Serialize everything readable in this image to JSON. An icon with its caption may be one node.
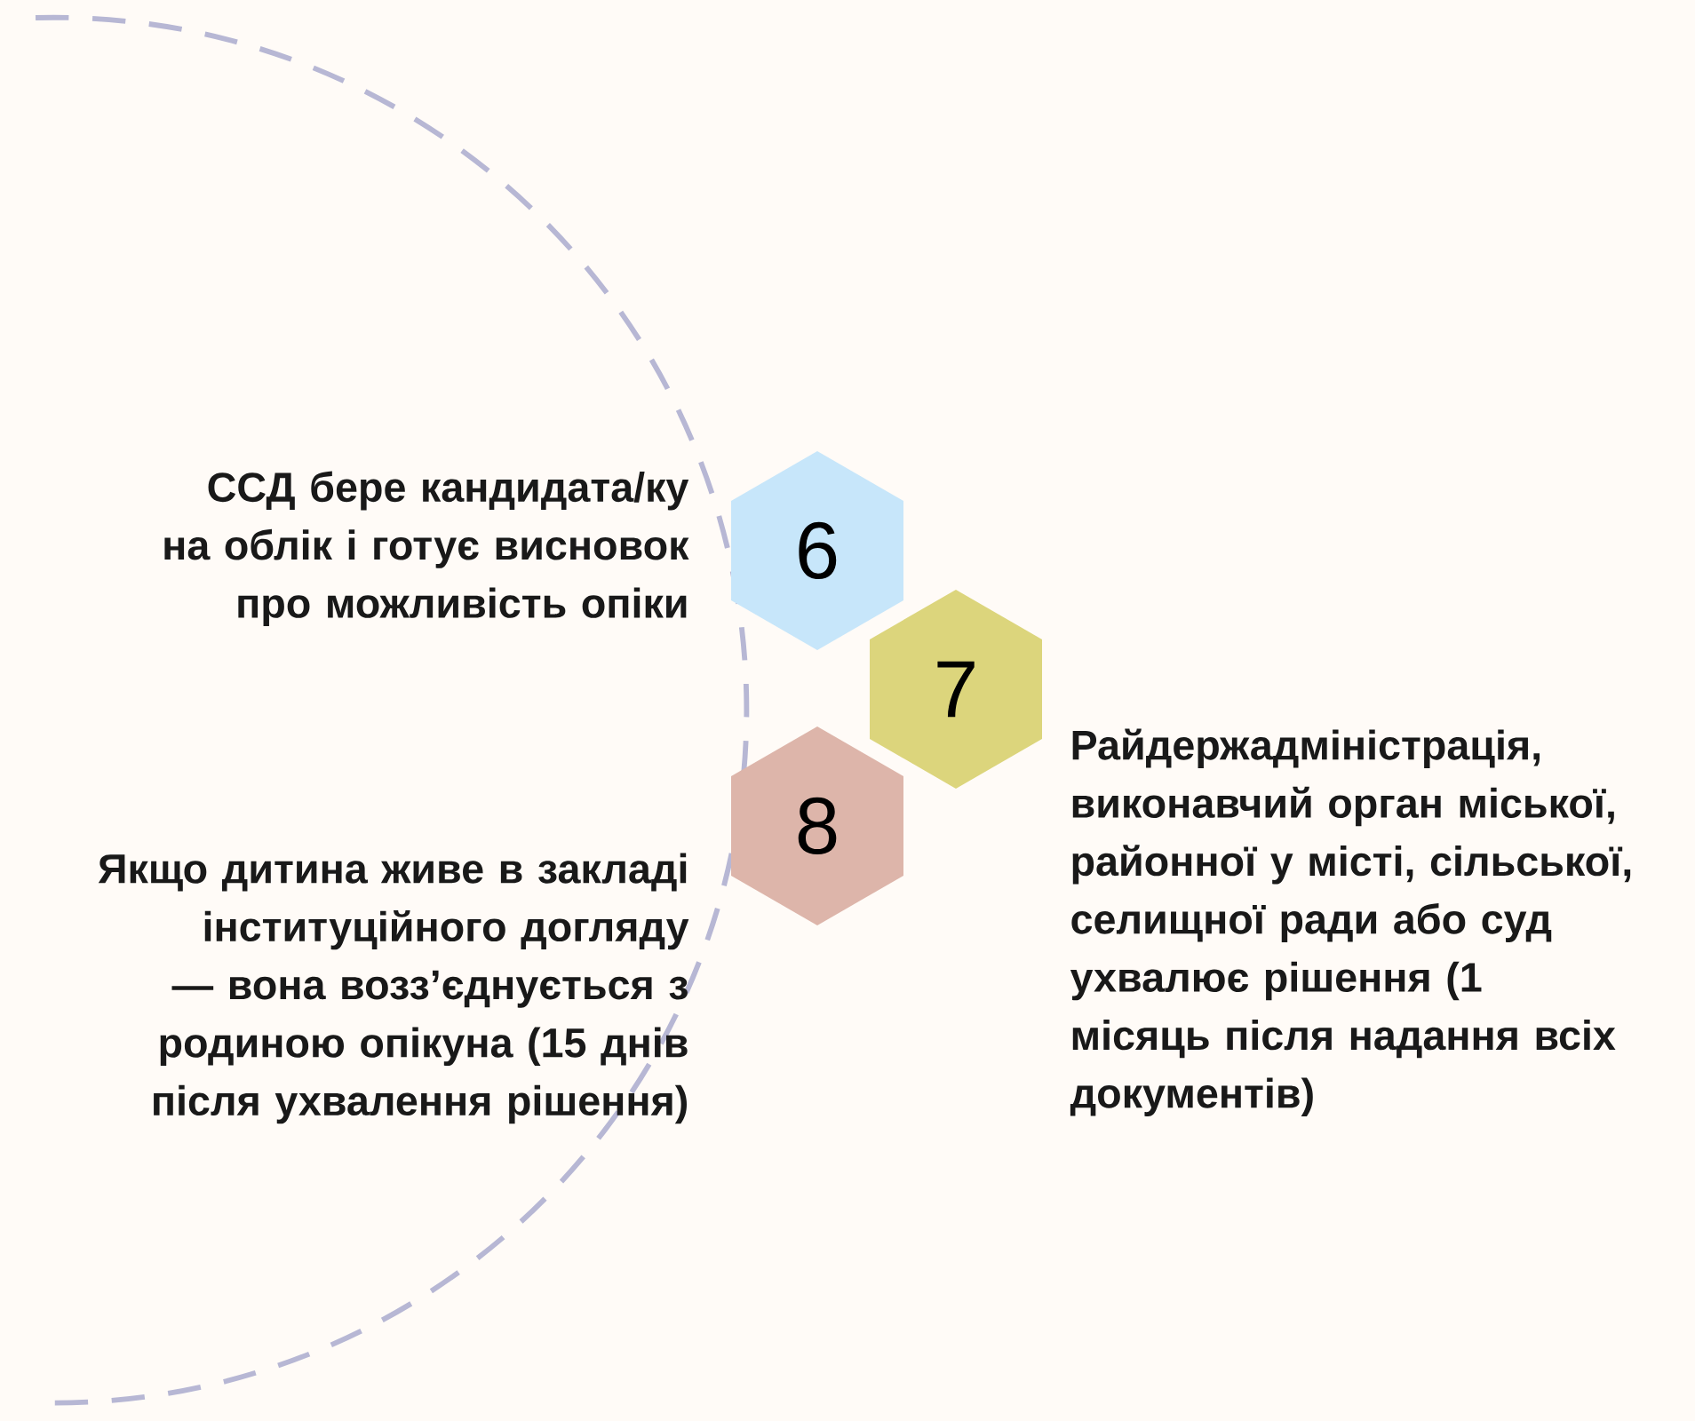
{
  "diagram": {
    "nodes": [
      {
        "text": [
          "6"
        ],
        "beside": [
          "ССД бере кандидата/ку на облік і готує висновок про можливість опіки"
        ]
      },
      {
        "text": [
          "7"
        ],
        "beside": [
          "Райдержадміністрація, виконавчий орган міської, районної у місті, сільської, селищної ради або суд ухвалює рішення (1 місяць після надання всіх документів)"
        ]
      },
      {
        "text": [
          "8"
        ],
        "beside": [
          "Якщо дитина живе в закладі інституційного догляду — вона возз’єднується з родиною опікуна (15 днів після ухвалення рішення)"
        ]
      }
    ]
  }
}
